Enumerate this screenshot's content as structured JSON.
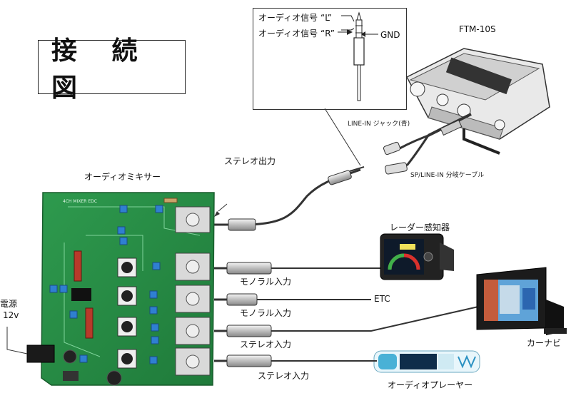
{
  "title": "接 続 図",
  "jack_detail": {
    "l_label": "オーディオ信号 “L”",
    "r_label": "オーディオ信号 “R”",
    "gnd_label": "GND"
  },
  "ftm": {
    "name": "FTM-10S",
    "linein_label": "LINE-IN ジャック(青)",
    "cable_label": "SP/LINE-IN 分岐ケーブル"
  },
  "mixer": {
    "name": "オーディオミキサー",
    "stereo_out": "ステレオ出力",
    "board_text": "4CH MIXER   EDC"
  },
  "power": {
    "label": "電源",
    "voltage": "12v"
  },
  "inputs": [
    {
      "label": "モノラル入力"
    },
    {
      "label": "モノラル入力"
    },
    {
      "label": "ステレオ入力"
    },
    {
      "label": "ステレオ入力"
    }
  ],
  "devices": {
    "radar": "レーダー感知器",
    "etc": "ETC",
    "navi": "カーナビ",
    "player": "オーディオプレーヤー"
  }
}
